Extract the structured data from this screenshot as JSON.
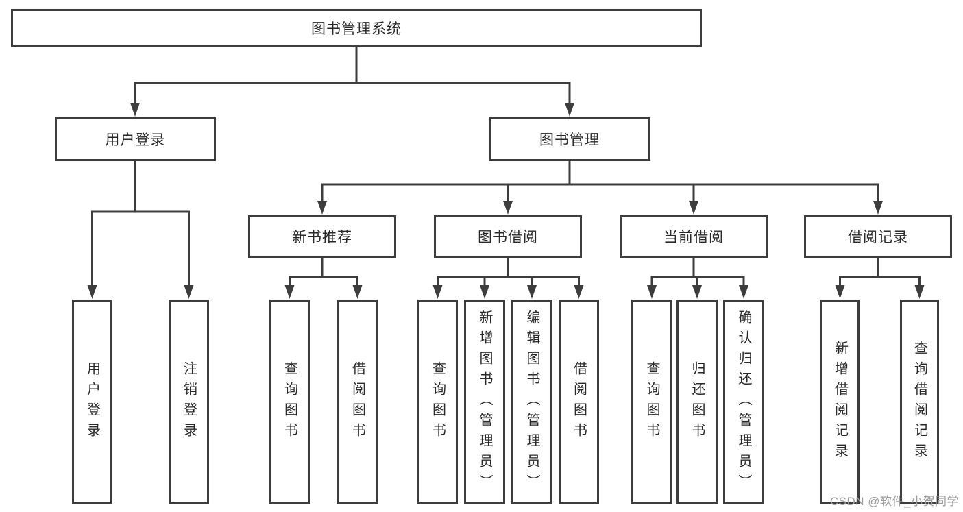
{
  "diagram": {
    "root": {
      "label": "图书管理系统"
    },
    "user_login": {
      "label": "用户登录",
      "children": [
        {
          "label": "用户登录"
        },
        {
          "label": "注销登录"
        }
      ]
    },
    "book_mgmt": {
      "label": "图书管理",
      "sections": [
        {
          "label": "新书推荐",
          "children": [
            {
              "label": "查询图书"
            },
            {
              "label": "借阅图书"
            }
          ]
        },
        {
          "label": "图书借阅",
          "children": [
            {
              "label": "查询图书"
            },
            {
              "label": "新增图书（管理员）"
            },
            {
              "label": "编辑图书（管理员）"
            },
            {
              "label": "借阅图书"
            }
          ]
        },
        {
          "label": "当前借阅",
          "children": [
            {
              "label": "查询图书"
            },
            {
              "label": "归还图书"
            },
            {
              "label": "确认归还（管理员）"
            }
          ]
        },
        {
          "label": "借阅记录",
          "children": [
            {
              "label": "新增借阅记录"
            },
            {
              "label": "查询借阅记录"
            }
          ]
        }
      ]
    }
  },
  "watermark": {
    "text": "CSDN @软件_小贺同学"
  },
  "colors": {
    "line": "#3d3d3d",
    "box_border": "#3d3d3d",
    "text": "#2a2a2a",
    "watermark": "#9d9d9d",
    "background": "#ffffff"
  }
}
